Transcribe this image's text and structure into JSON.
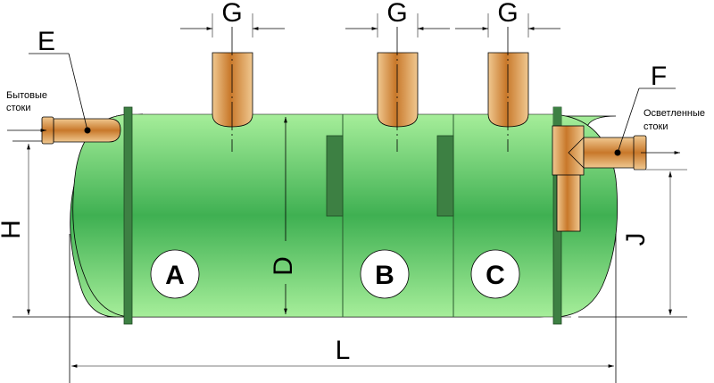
{
  "diagram": {
    "subject": "septic-tank-schematic",
    "colors": {
      "tank_light": "#a6ee9a",
      "tank_dark": "#3fb052",
      "baffle": "#3d8043",
      "pipe_dark": "#c8782a",
      "pipe_light": "#f0c890",
      "line": "#000000"
    },
    "dimensions": {
      "E": "E",
      "F": "F",
      "G1": "G",
      "G2": "G",
      "G3": "G",
      "H": "H",
      "D": "D",
      "J": "J",
      "L": "L"
    },
    "chambers": {
      "A": "A",
      "B": "B",
      "C": "C"
    },
    "inlet": {
      "line1": "Бытовые",
      "line2": "стоки"
    },
    "outlet": {
      "line1": "Осветленные",
      "line2": "стоки"
    }
  }
}
